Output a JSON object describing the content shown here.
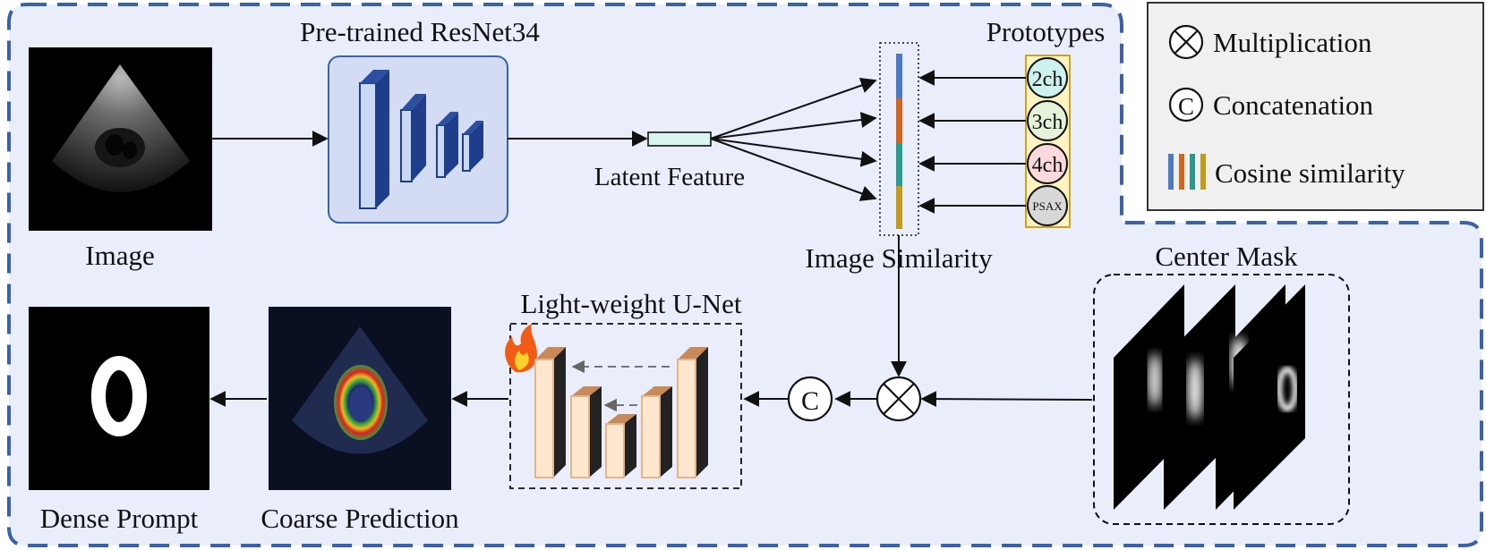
{
  "labels": {
    "image": "Image",
    "resnet": "Pre-trained ResNet34",
    "latent": "Latent Feature",
    "prototypes": "Prototypes",
    "image_similarity": "Image Similarity",
    "center_mask": "Center Mask",
    "unet": "Light-weight U-Net",
    "dense_prompt": "Dense Prompt",
    "coarse_prediction": "Coarse Prediction"
  },
  "prototypes": [
    "2ch",
    "3ch",
    "4ch",
    "PSAX"
  ],
  "ops": {
    "multiply": "×",
    "concat": "C"
  },
  "legend": {
    "multiplication": "Multiplication",
    "concatenation": "Concatenation",
    "cosine": "Cosine similarity"
  },
  "colors": {
    "panel_bg": "#e9eefa",
    "panel_border": "#3a62a8",
    "resnet_fill": "#1e3d8a",
    "resnet_box": "#d3dcf3",
    "latent": "#d9f5f2",
    "proto_box": "#fff3c4",
    "proto_border": "#c9a227",
    "proto_2ch": "#cdf1ec",
    "proto_3ch": "#e4f2da",
    "proto_4ch": "#f9d9dc",
    "proto_psax": "#d8d8d8",
    "sim_blue": "#4b78c9",
    "sim_orange": "#d2651f",
    "sim_teal": "#2a9a8e",
    "sim_gold": "#c49a1a",
    "unet_face": "#fde8cf",
    "unet_top": "#c98a5a",
    "legend_bg": "#f0f0f0"
  }
}
